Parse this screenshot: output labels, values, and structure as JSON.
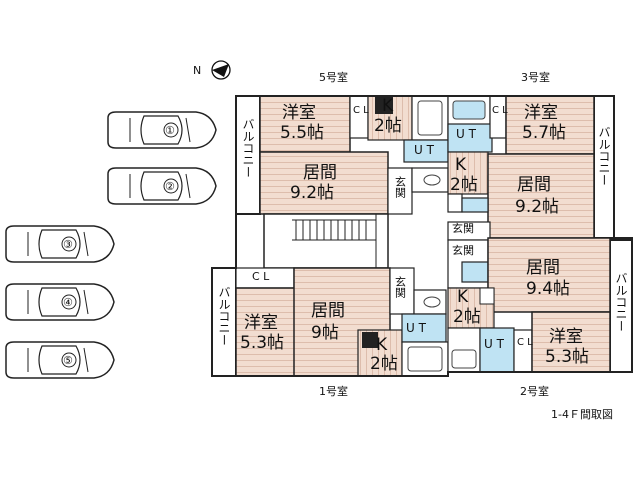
{
  "compass": {
    "label": "N"
  },
  "unit_labels": {
    "u5": "5号室",
    "u3": "3号室",
    "u1": "1号室",
    "u2": "2号室"
  },
  "caption": "1-4Ｆ間取図",
  "rooms": {
    "u5_yoshitsu_name": "洋室",
    "u5_yoshitsu_size": "5.5帖",
    "u5_k_name": "K",
    "u5_k_size": "2帖",
    "u5_living_name": "居間",
    "u5_living_size": "9.2帖",
    "u5_cl": "C L",
    "u3_yoshitsu_name": "洋室",
    "u3_yoshitsu_size": "5.7帖",
    "u3_k_name": "K",
    "u3_k_size": "2帖",
    "u3_living_name": "居間",
    "u3_living_size": "9.2帖",
    "u3_cl": "C L",
    "u1_yoshitsu_name": "洋室",
    "u1_yoshitsu_size": "5.3帖",
    "u1_living_name": "居間",
    "u1_living_size": "9帖",
    "u1_k_name": "K",
    "u1_k_size": "2帖",
    "u1_cl": "C L",
    "u2_yoshitsu_name": "洋室",
    "u2_yoshitsu_size": "5.3帖",
    "u2_living_name": "居間",
    "u2_living_size": "9.4帖",
    "u2_k_name": "K",
    "u2_k_size": "2帖",
    "u2_cl": "C L"
  },
  "ut_labels": {
    "ut1": "U T",
    "ut2": "U T",
    "ut3": "U T",
    "ut4": "U T"
  },
  "genkan_labels": {
    "g1": "玄関",
    "g2": "玄関",
    "g3": "玄関",
    "g4": "玄関"
  },
  "balcony_labels": {
    "b5": "バルコニー",
    "b3": "バルコニー",
    "b1": "バルコニー",
    "b2": "バルコニー"
  },
  "parking": [
    "①",
    "②",
    "③",
    "④",
    "⑤"
  ],
  "colors": {
    "floor_wood": "#f2ddd0",
    "floor_line": "#d9b9a8",
    "wet_blue": "#bfe3f3",
    "wall": "#222222",
    "balcony_bg": "#ffffff"
  }
}
